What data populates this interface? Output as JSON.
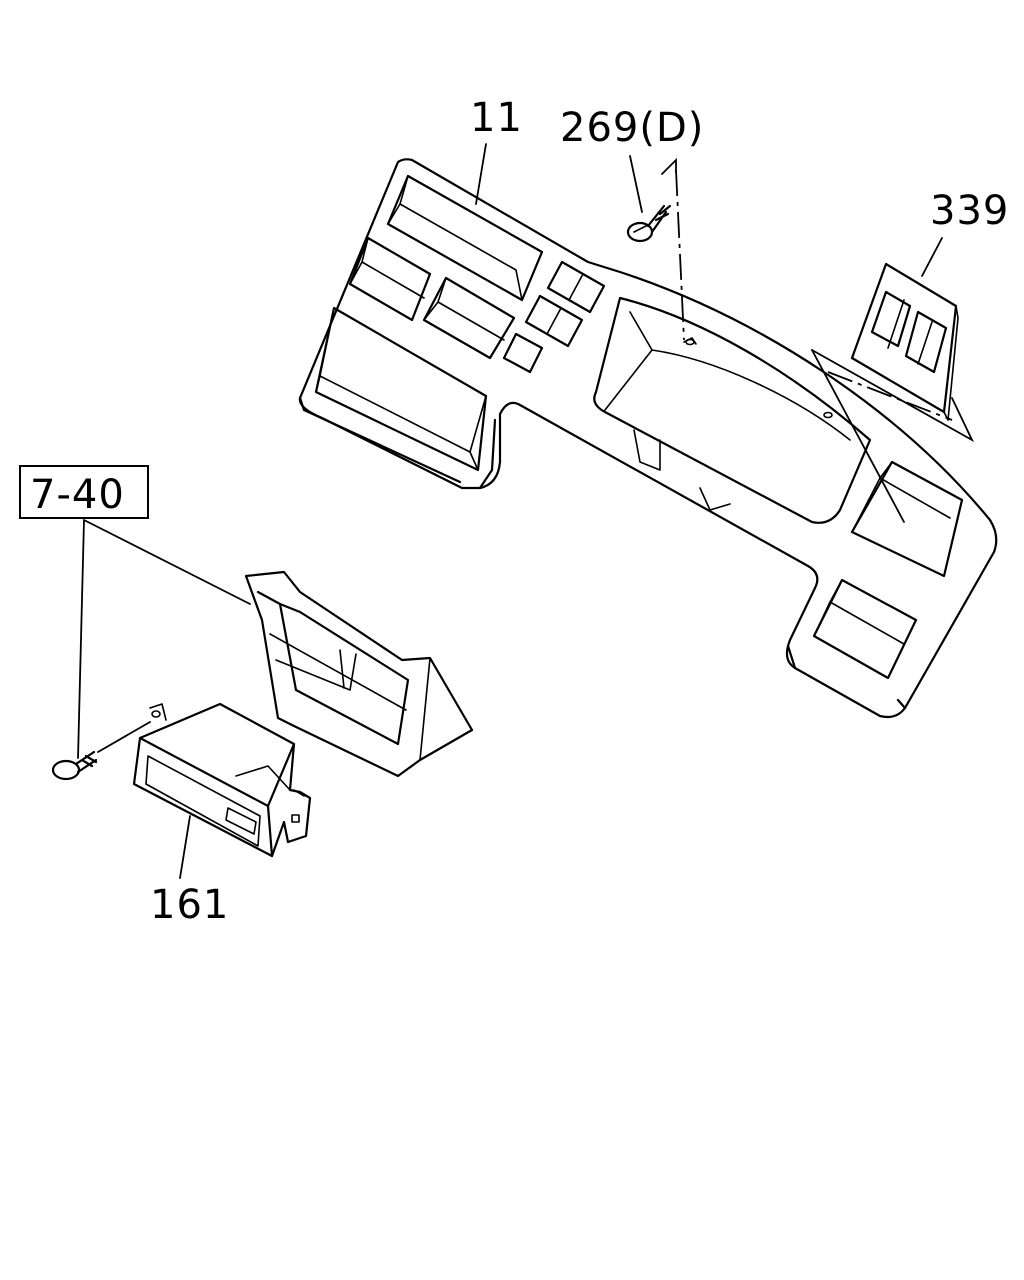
{
  "labels": {
    "dash_panel": "11",
    "screw_top": "269(D)",
    "switch_bezel": "339",
    "ref_group": "7-40",
    "radio_unit": "161"
  }
}
